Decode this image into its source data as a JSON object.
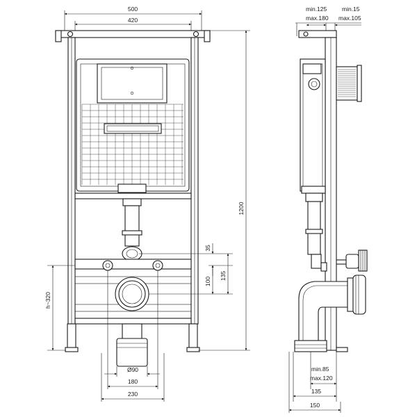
{
  "front_view": {
    "dim_frame_outer_width": "500",
    "dim_frame_inner_width": "420",
    "dim_total_height": "1200",
    "dim_flush_to_pipe": "35",
    "dim_outlet_pitch": "100",
    "dim_outlet_total": "135",
    "dim_outlet_height": "h~320",
    "dim_pipe_diameter": "Ø90",
    "dim_outlet_width": "180",
    "dim_feet_width": "230"
  },
  "side_view": {
    "dim_depth_min": "min.125",
    "dim_depth_max": "max.180",
    "dim_offset_min": "min.15",
    "dim_offset_max": "max.105",
    "dim_pipe_offset_min": "min.85",
    "dim_pipe_offset_max": "max.120",
    "dim_bottom_depth": "135",
    "dim_total_depth": "150"
  }
}
